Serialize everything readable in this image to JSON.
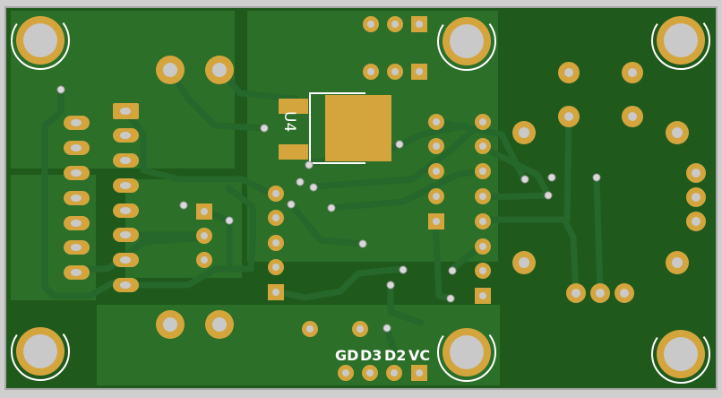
{
  "board": {
    "refdes": "U4",
    "pin_labels": [
      "GD",
      "D3",
      "D2",
      "VC"
    ]
  },
  "colors": {
    "background": "#cfcfcf",
    "board": "#1f5a1c",
    "copper_pour": "#2b6f28",
    "trace": "#27652a",
    "pad": "#d4a53c",
    "drill": "#c9c9c9",
    "silkscreen": "#ffffff"
  }
}
